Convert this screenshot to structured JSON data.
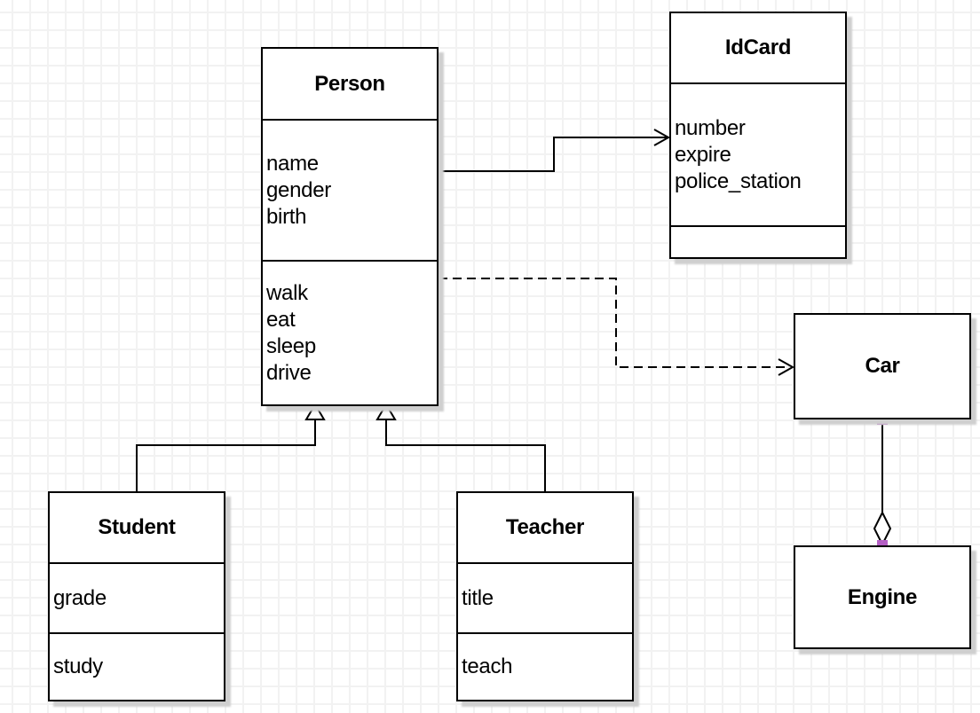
{
  "diagram": {
    "type": "uml-class-diagram",
    "classes": {
      "person": {
        "title": "Person",
        "attributes": [
          "name",
          "gender",
          "birth"
        ],
        "methods": [
          "walk",
          "eat",
          "sleep",
          "drive"
        ]
      },
      "idcard": {
        "title": "IdCard",
        "attributes": [
          "number",
          "expire",
          "police_station"
        ],
        "methods": []
      },
      "car": {
        "title": "Car",
        "attributes": [],
        "methods": []
      },
      "engine": {
        "title": "Engine",
        "attributes": [],
        "methods": []
      },
      "student": {
        "title": "Student",
        "attributes": [
          "grade"
        ],
        "methods": [
          "study"
        ]
      },
      "teacher": {
        "title": "Teacher",
        "attributes": [
          "title"
        ],
        "methods": [
          "teach"
        ]
      }
    },
    "relationships": [
      {
        "type": "association",
        "from": "Person",
        "to": "IdCard",
        "line": "solid",
        "arrow": "open"
      },
      {
        "type": "dependency",
        "from": "Person",
        "to": "Car",
        "line": "dashed",
        "arrow": "open"
      },
      {
        "type": "generalization",
        "from": "Student",
        "to": "Person",
        "line": "solid",
        "arrow": "hollow-triangle"
      },
      {
        "type": "generalization",
        "from": "Teacher",
        "to": "Person",
        "line": "solid",
        "arrow": "hollow-triangle"
      },
      {
        "type": "aggregation",
        "from": "Car",
        "to": "Engine",
        "line": "solid",
        "arrow": "hollow-diamond",
        "diamond_at": "Engine"
      }
    ],
    "colors": {
      "stroke": "#000000",
      "shape_fill": "#ffffff",
      "shadow": "#cfcfcf",
      "grid_line": "#f2f2f2",
      "background": "#ffffff",
      "connection_handle": "#b45fc4"
    }
  }
}
